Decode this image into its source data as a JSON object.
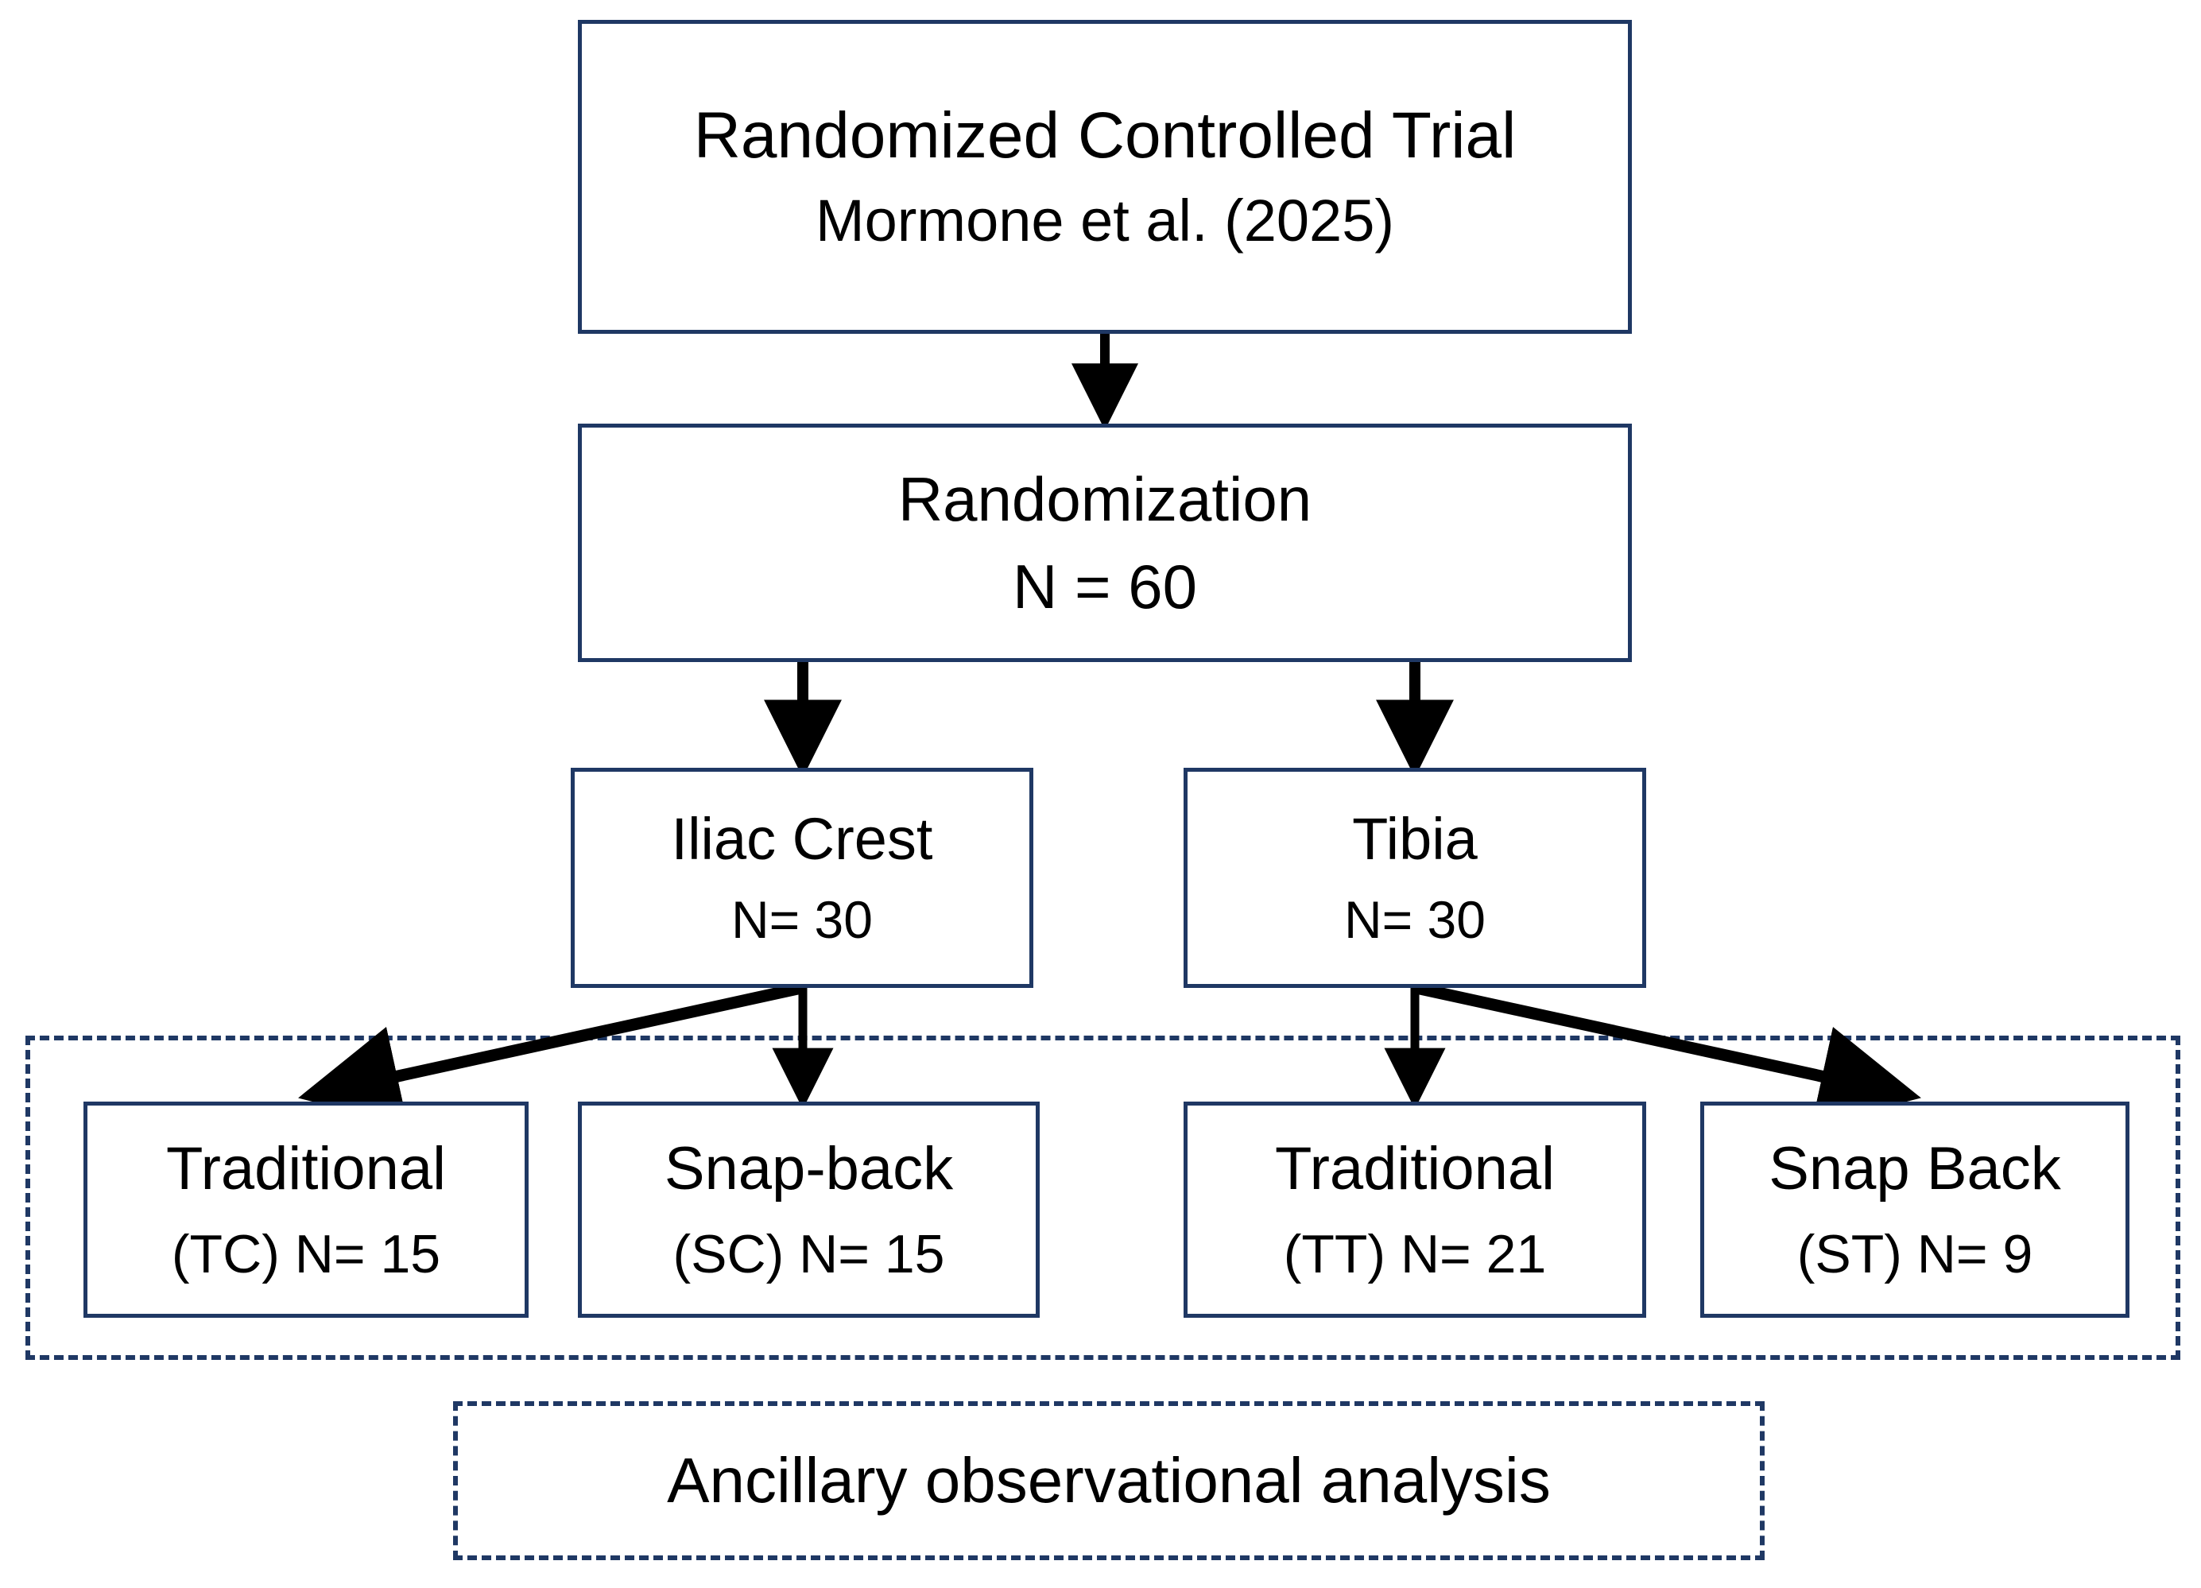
{
  "diagram": {
    "title": "Randomized Controlled Trial flow diagram",
    "accent_color": "#1F3864",
    "text_color": "#000000",
    "background_color": "#FFFFFF",
    "nodes": {
      "rct": {
        "line1": "Randomized Controlled Trial",
        "line2": "Mormone et al. (2025)"
      },
      "randomization": {
        "line1": "Randomization",
        "line2": "N = 60"
      },
      "iliac": {
        "line1": "Iliac Crest",
        "line2": "N= 30"
      },
      "tibia": {
        "line1": "Tibia",
        "line2": "N= 30"
      },
      "tc": {
        "line1": "Traditional",
        "line2": "(TC) N= 15"
      },
      "sc": {
        "line1": "Snap-back",
        "line2": "(SC) N= 15"
      },
      "tt": {
        "line1": "Traditional",
        "line2": "(TT) N= 21"
      },
      "st": {
        "line1": "Snap Back",
        "line2": "(ST) N= 9"
      }
    },
    "groups": {
      "ancillary": {
        "label": "Ancillary observational analysis"
      },
      "arms_container": {
        "label": ""
      }
    },
    "edges": [
      {
        "name": "rct-to-randomization",
        "from": "rct",
        "to": "randomization",
        "style": "straight-down"
      },
      {
        "name": "randomization-to-iliac",
        "from": "randomization",
        "to": "iliac",
        "style": "straight-down"
      },
      {
        "name": "randomization-to-tibia",
        "from": "randomization",
        "to": "tibia",
        "style": "straight-down"
      },
      {
        "name": "iliac-to-tc",
        "from": "iliac",
        "to": "tc",
        "style": "diagonal-left"
      },
      {
        "name": "iliac-to-sc",
        "from": "iliac",
        "to": "sc",
        "style": "straight-down"
      },
      {
        "name": "tibia-to-tt",
        "from": "tibia",
        "to": "tt",
        "style": "straight-down"
      },
      {
        "name": "tibia-to-st",
        "from": "tibia",
        "to": "st",
        "style": "diagonal-right"
      }
    ]
  }
}
